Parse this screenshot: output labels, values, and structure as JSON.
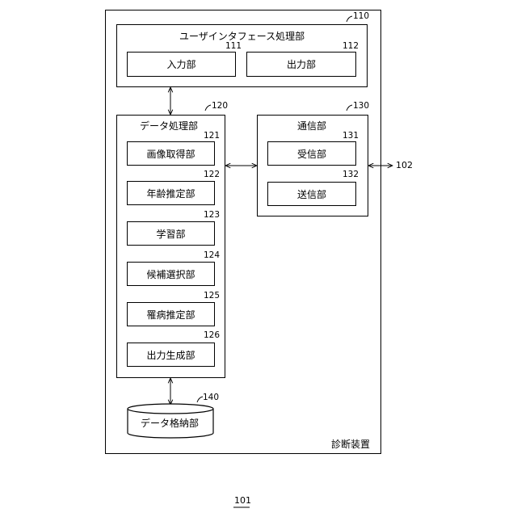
{
  "device": {
    "label": "診断装置"
  },
  "figure_ref": "101",
  "ui": {
    "label": "ユーザインタフェース処理部",
    "ref": "110",
    "input": {
      "label": "入力部",
      "ref": "111"
    },
    "output": {
      "label": "出力部",
      "ref": "112"
    }
  },
  "data_proc": {
    "label": "データ処理部",
    "ref": "120",
    "units": [
      {
        "label": "画像取得部",
        "ref": "121"
      },
      {
        "label": "年齢推定部",
        "ref": "122"
      },
      {
        "label": "学習部",
        "ref": "123"
      },
      {
        "label": "候補選択部",
        "ref": "124"
      },
      {
        "label": "罹病推定部",
        "ref": "125"
      },
      {
        "label": "出力生成部",
        "ref": "126"
      }
    ]
  },
  "comm": {
    "label": "通信部",
    "ref": "130",
    "receive": {
      "label": "受信部",
      "ref": "131"
    },
    "send": {
      "label": "送信部",
      "ref": "132"
    }
  },
  "storage": {
    "label": "データ格納部",
    "ref": "140"
  },
  "external_ref": "102"
}
